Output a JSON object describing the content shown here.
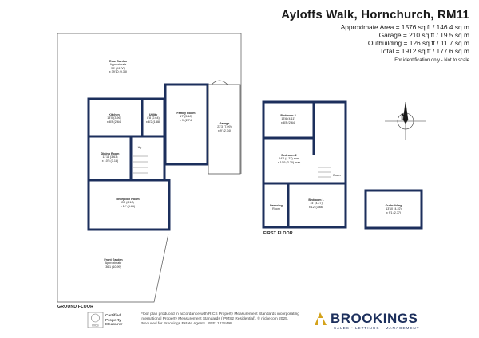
{
  "header": {
    "title": "Ayloffs Walk, Hornchurch, RM11",
    "areas": [
      "Approximate Area = 1576 sq ft / 146.4 sq m",
      "Garage = 210 sq ft / 19.5 sq m",
      "Outbuilding = 126 sq ft / 11.7 sq m",
      "Total = 1912 sq ft / 177.6 sq m"
    ],
    "note": "For identification only - Not to scale"
  },
  "rooms": {
    "rear_garden": {
      "name": "Rear Garden",
      "l1": "Approximate",
      "l2": "59' (18.00)",
      "l3": "x 39'10 (9.38)"
    },
    "kitchen": {
      "name": "Kitchen",
      "l1": "13'0 (3.96)",
      "l2": "x 8'8 (2.64)"
    },
    "utility": {
      "name": "Utility",
      "l1": "8'8 (2.64)",
      "l2": "x 6'2 (1.88)"
    },
    "family_room": {
      "name": "Family Room",
      "l1": "17' (5.18)",
      "l2": "x 9' (2.74)"
    },
    "garage": {
      "name": "Garage",
      "l1": "23'3 (7.09)",
      "l2": "x 9' (2.74)"
    },
    "dining_room": {
      "name": "Dining Room",
      "l1": "11'11 (3.63)",
      "l2": "x 10'5 (3.18)"
    },
    "reception_room": {
      "name": "Reception Room",
      "l1": "20' (6.10)",
      "l2": "x 12' (3.66)"
    },
    "front_garden": {
      "name": "Front Garden",
      "l1": "Approximate",
      "l2": "36'1 (10.99)"
    },
    "bedroom3": {
      "name": "Bedroom 3",
      "l1": "13'6 (4.11)",
      "l2": "x 8'8 (2.64)"
    },
    "bedroom2": {
      "name": "Bedroom 2",
      "l1": "14'4 (4.37) max",
      "l2": "x 10'6 (3.20) max"
    },
    "bedroom1": {
      "name": "Bedroom 1",
      "l1": "14' (4.27)",
      "l2": "x 12' (3.66)"
    },
    "dressing_room": {
      "name": "Dressing",
      "l1": "Room"
    },
    "outbuilding": {
      "name": "Outbuilding",
      "l1": "13'10 (4.22)",
      "l2": "x 9'1 (2.77)"
    },
    "up_label": "Up",
    "down_label": "Down"
  },
  "floors": {
    "ground": "GROUND FLOOR",
    "first": "FIRST FLOOR"
  },
  "compass": {
    "label": "N"
  },
  "footer": {
    "rics": [
      "Certified",
      "Property",
      "Measurer"
    ],
    "rics_logo": "RICS",
    "text": [
      "Floor plan produced in accordance with RICS Property Measurement Standards incorporating",
      "International Property Measurement Standards (IPMS2 Residential). © nichecom 2025.",
      "Produced for Brookings Estate Agents.   REF: 1228498"
    ],
    "brand": "BROOKINGS",
    "tagline": "SALES • LETTINGS • MANAGEMENT"
  },
  "colors": {
    "wall": "#1c2f5c",
    "outline": "#555555",
    "brand": "#1c2f5c"
  }
}
